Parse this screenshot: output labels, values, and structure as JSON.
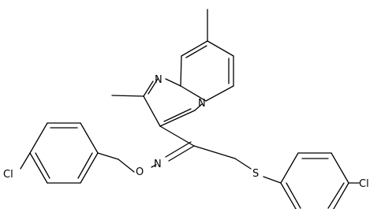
{
  "atoms": {
    "n_ring": "N",
    "n_bridge": "N",
    "n_oxime": "N",
    "o_oxime": "O",
    "s_thio": "S",
    "cl_left": "Cl",
    "cl_right": "Cl"
  }
}
